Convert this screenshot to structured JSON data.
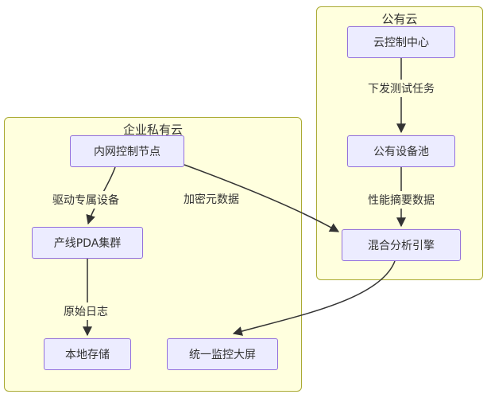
{
  "diagram": {
    "clusters": [
      {
        "id": "public-cloud",
        "title": "公有云"
      },
      {
        "id": "private-cloud",
        "title": "企业私有云"
      }
    ],
    "nodes": {
      "cloud_control": {
        "label": "云控制中心"
      },
      "public_pool": {
        "label": "公有设备池"
      },
      "hybrid_engine": {
        "label": "混合分析引擎"
      },
      "intranet_node": {
        "label": "内网控制节点"
      },
      "pda_cluster": {
        "label": "产线PDA集群"
      },
      "local_storage": {
        "label": "本地存储"
      },
      "monitor_screen": {
        "label": "统一监控大屏"
      }
    },
    "edges": {
      "dispatch": {
        "label": "下发测试任务"
      },
      "perf": {
        "label": "性能摘要数据"
      },
      "drive": {
        "label": "驱动专属设备"
      },
      "meta": {
        "label": "加密元数据"
      },
      "logs": {
        "label": "原始日志"
      }
    },
    "colors": {
      "node_fill": "#ECECFF",
      "node_border": "#9370DB",
      "cluster_fill": "#FFFFDE",
      "cluster_border": "#AAAA33",
      "edge": "#333333",
      "text": "#333333"
    }
  }
}
